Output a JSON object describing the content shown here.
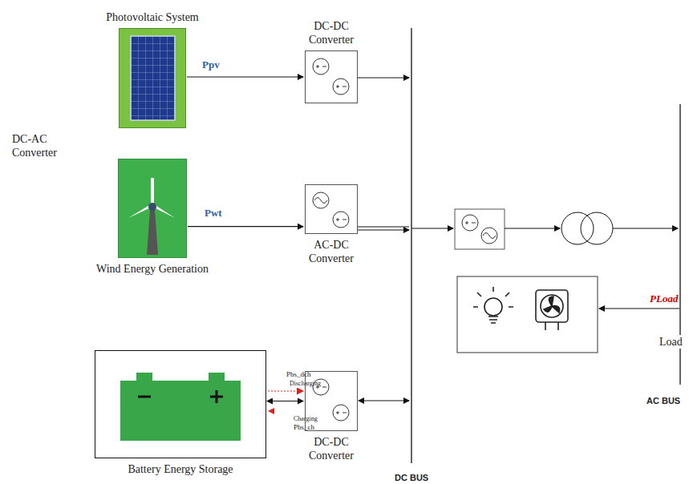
{
  "diagram": {
    "nodes": [
      {
        "text": [
          "Photovoltaic System"
        ]
      },
      {
        "text": [
          "DC-DC Converter"
        ]
      },
      {
        "text": [
          "Wind Energy Generation"
        ]
      },
      {
        "text": [
          "AC-DC Converter"
        ]
      },
      {
        "text": [
          "Battery Energy Storage"
        ]
      },
      {
        "text": [
          "DC-DC Converter"
        ]
      }
    ],
    "edges": [
      {
        "from": 0,
        "to": 1,
        "arrow": "to"
      },
      {
        "from": 2,
        "to": 3,
        "arrow": "to"
      },
      {
        "from": 4,
        "to": 5,
        "arrow": "both"
      }
    ],
    "labels": [
      "DC-AC Converter",
      "Ppv",
      "Pwt",
      "Pbs_dch",
      "Discharging",
      "Charging",
      "Pbs_ch",
      "PLoad",
      "Load",
      "AC BUS",
      "DC BUS"
    ]
  }
}
